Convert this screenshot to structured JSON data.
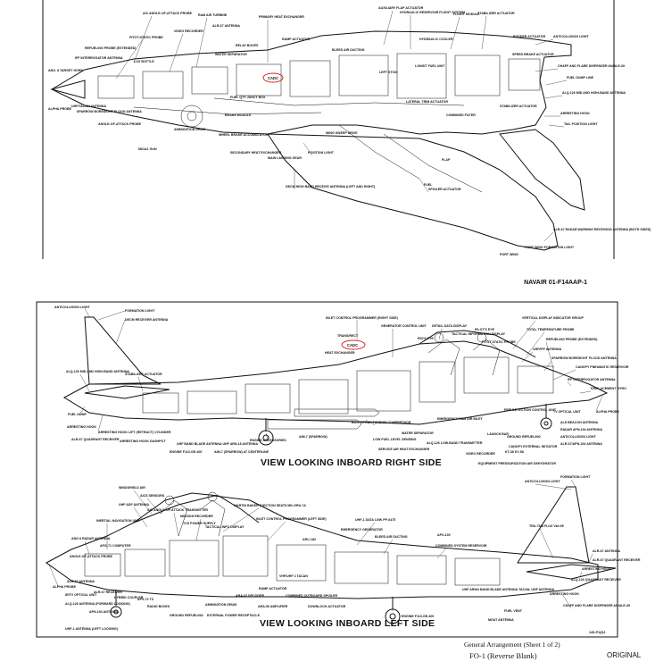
{
  "document": {
    "doc_id": "NAVAIR 01-F14AAP-1",
    "caption": "General Arrangement   (Sheet 1 of 2)",
    "foldout": "FO-1 (Reverse Blank)",
    "status": "ORIGINAL",
    "figure_code": "14S-P1(2)3"
  },
  "views": {
    "right_title": "VIEW LOOKING INBOARD RIGHT SIDE",
    "left_title": "VIEW LOOKING INBOARD LEFT SIDE"
  },
  "top_labels": {
    "cadc": "CADC",
    "aoa_top": "AIC ANGLE-OF-ATTACK PROBE",
    "pitot_top": "PITOT-STATIC PROBE",
    "video_rec": "VIDEO RECORDER",
    "ram_air": "RAM AIR TURBINE",
    "alr_ant": "ALR-67 ANTENNA",
    "primary_hx": "PRIMARY HEAT EXCHANGER",
    "aux_flap": "AUXILIARY FLAP ACTUATOR",
    "hyd_res_flight": "HYDRAULIC RESERVOIR FLIGHT SYSTEM",
    "flight_module": "FLIGHT MODULE",
    "stab_act_top": "STABILIZER ACTUATOR",
    "anticol_top": "ANTICOLLISION LIGHT",
    "refuel_probe_top": "REFUELING PROBE (EXTENDED)",
    "iff": "IFF INTERROGATOR ANTENNA",
    "lox": "LOX BOTTLE",
    "aoa_probe": "ANGLE-OF-ATTACK PROBE",
    "ang_target": "ANG. 8 TARGET HORN",
    "alpha_top": "ALPHA PROBE",
    "uhf_ant": "UHF/TACAN ANTENNA",
    "sparrow_top": "SPARROW BORESIGHT FLOOD ANTENNA",
    "ammo_drum": "AMMUNITION DRUM",
    "gun": "M61A1 GUN",
    "water_sep": "WATER SEPARATOR",
    "ramp_act": "RAMP ACTUATOR",
    "bleed_duct": "BLEED AIR DUCTING",
    "hyd_cooler": "HYDRAULIC COOLER",
    "rudder_act": "RUDDER ACTUATOR",
    "speed_brake_act": "SPEED BRAKE ACTUATOR",
    "chaff_top": "CHAFF AND FLARE DISPENSER AN/ALE-39",
    "fuel_dump_top": "FUEL DUMP LINE",
    "alq_ant": "ALQ-126 MID AND HIGH-BAND ANTENNA",
    "arresting_top": "ARRESTING HOOK",
    "tail_pos": "TAIL POSITION LIGHT",
    "position_light": "POSITION LIGHT",
    "spoiler_act": "SPOILER ACTUATOR",
    "flap_top": "FLAP",
    "fuel_top": "FUEL",
    "alr_warning": "ALR-67 RADAR WARNING RECEIVING ANTENNA (BOTH SIDES)",
    "port_wing_light": "PORT WING FORMATION LIGHT",
    "port_wing": "PORT WING",
    "wing_sweep": "WING SWEEP DRIVE",
    "main_gear": "MAIN LANDING GEAR",
    "brake_mod": "BRAKE MODULE",
    "wheel_brake": "WHEEL BRAKE ACCUMULATOR",
    "sec_hx": "SECONDARY HEAT EXCHANGER",
    "relay_boxes": "RELAY BOXES",
    "fuel_qty": "FUEL QTY JUNCT BOX",
    "stab_act_top2": "STABILIZER ACTUATOR",
    "combined_filter": "COMBINED FILTER",
    "lateral_trim": "LATERAL TRIM ACTUATOR",
    "left_stick": "LEFT STICK",
    "longitude_fuel": "LONGIT FUEL UNIT",
    "decm_ant": "DECM HIGH BAND RECEIVE ANTENNA (LEFT AND RIGHT)"
  },
  "right_labels": {
    "formation": "FORMATION LIGHT",
    "anticol": "ANTICOLLISION LIGHT",
    "decm": "DECM RECEIVER ANTENNA",
    "inlet_ctrl": "INLET CONTROL PROGRAMMER (RIGHT SIDE)",
    "gen_ctrl": "GENERATOR CONTROL UNIT",
    "detail_data": "DETAIL DATA DISPLAY",
    "pilots_eye": "PILOT'S EYE",
    "vdi": "VERTICAL DISPLAY INDICATOR GROUP",
    "total_temp": "TOTAL TEMPERATURE PROBE",
    "refuel": "REFUELING PROBE (EXTENDED)",
    "uhf_ant": "UHF/IFF ANTENNA",
    "sparrow": "SPARROW BORESIGHT FLOOD ANTENNA",
    "canopy": "CANOPY PNEUMATIC RESERVOIR",
    "iff": "IFF INTERROGATOR ANTENNA",
    "disp_gyro": "DISPLACEMENT GYRO",
    "alpha": "ALPHA PROBE",
    "tv_optical": "TV OPTICAL UNIT",
    "als_beacon": "ALS BEACON ANTENNA",
    "radar_apn": "RADAR APN-194 ANTENNA",
    "anticol2": "ANTICOLLISION LIGHT",
    "alr_apn": "ALR-67/APN-194 ANTENNA",
    "trans_rect": "TRANS/RECT",
    "cadc": "CADC",
    "heat_exch": "HEAT EXCHANGER",
    "rios_eye": "RIO'S EYE",
    "tactical": "TACTICAL INFORMATION DISPLAY",
    "pitot": "PITOT STATIC PROBE",
    "stab_act": "STABILIZER ACTUATOR",
    "alq_mid": "ALQ-126 MID AND HIGH-BAND ANTENNA",
    "fuel_dump": "FUEL DUMP",
    "arresting": "ARRESTING HOOK",
    "arr_hook_lift": "ARRESTING HOOK LIFT (RETRACT) CYLINDER",
    "arr_dashpot": "ARRESTING HOOK DASHPOT",
    "alr_quad": "ALR-67 QUADRANT RECEIVER",
    "uhf_blade": "UHF BAND BLADE ANTENNA UHF ARN-18 ANTENNA",
    "engine": "ENGINE F110-GE-400",
    "aim7": "AIM-7 (SPARROW) AT CENTERLINE",
    "engine_acc": "ENGINE ACCESSORIES",
    "aim7b": "AIM-7 (SPARROW)",
    "bootstrap": "BOOTSTRAP TURBINE COMPRESSOR",
    "low_fuel": "LOW FUEL LEVEL SENSING",
    "water_sep": "WATER SEPARATOR",
    "emergency_ram": "EMERGENCY RAM AIR INLET",
    "service_air": "SERVICE AIR HEAT EXCHANGER",
    "alq_ant": "ALQ-126 LOW-BAND TRANSMITTER",
    "video_rec": "VIDEO RECORDER",
    "equipment": "EQUIPMENT PRESSURIZATION AIR DEHYDRATOR",
    "kt_38": "KT-38 KY-58",
    "launch_bar": "LAUNCH BAR",
    "fire_det": "FIRE DETECTION CONTROL UNIT",
    "ground_refuel": "GROUND REFUELING",
    "canopy_ext": "CANOPY EXTERNAL INITIATOR",
    "tv_unit": "TV OPTICAL UNIT"
  },
  "left_labels": {
    "anticol": "ANTICOLLISION LIGHT",
    "formation": "FORMATION LIGHT",
    "windshield": "WINDSHIELD AIR",
    "aics": "AICS SENSORS",
    "uhf_adf": "UHF ADF ANTENNA",
    "aic_aoa": "AIC ANGLE-OF-ATTACK TRANSMITTER",
    "mission_rec": "MISSION RECORDER",
    "martin": "MARTIN BAKER EJECTION SEATS MK-GRU-7A",
    "inlet_ctrl": "INLET CONTROL PROGRAMMER (LEFT SIDE)",
    "uhf_data": "UHF-1 DATA LINK PP-6475",
    "tru": "TRU-76/A FLUX VALVE",
    "bleed": "BLEED AIR DUCTING",
    "tcs": "TCS POWER SUPPLY",
    "tactical": "TACTICAL INFO DISPLAY",
    "emergency_gen": "EMERGENCY GENERATOR",
    "arc_182": "ARC-182",
    "combined_res": "COMBINED SYSTEM RESERVOIR",
    "inertial": "INERTIAL NAVIGATION UNIT",
    "ang_radar": "ANG 8 RADAR ANTENNA",
    "anc_comp": "APG-71 COMPUTER",
    "vhf_tacan": "VHF/UHF 2 TACAN",
    "alr_antenna": "ALR-67 ANTENNA",
    "alr_quad": "ALR-67 QUADRANT RECEIVER",
    "arresting": "ARRESTING HOOK",
    "alpha": "ALPHA PROBE",
    "aoa": "ANGLE-OF-ATTACK PROBE",
    "alr_ant2": "ALR-67 ANTENNA",
    "ir_tv": "IR/TV OPTICAL UNIT",
    "alq_ant": "ALQ-126 ANTENNA (FORWARD LOOKING)",
    "alr_rec": "ALR-67 RECEIVER",
    "apn_154": "APN-154 ANTENNA",
    "hybrid": "HYBRID COUPLER",
    "uhf_1": "UHF-1 ANTENNA (LEFT LOOKING)",
    "apx_72": "APX-72 TX",
    "ru_boxes": "RADIO BOXES",
    "ground_refuel": "GROUND REFUELING",
    "ammunition": "AMMUNITION DRUM",
    "ara_63": "ARA-63 DECODER",
    "ext_power": "EXTERNAL POWER RECEPTACLE",
    "ramp_act": "RAMP ACTUATOR",
    "downlock": "DOWNLOCK ACTUATOR",
    "combined_outboard": "COMBINED OUTBOARD SPOILER",
    "ara_50": "ARA-50 AMPLIFIER",
    "engine_left": "ENGINE F110-GE-400",
    "uhf_band": "UHF ARN/3 BAND BLADE ANTENNA TACAN, UHF ANTENNA",
    "fuel_vent": "FUEL VENT",
    "mgat": "MGAT ANTENNA",
    "chaff": "CHAFF AND FLARE DISPENSER AN/ALE-39",
    "arresting2": "ARRESTING HOOK",
    "alq_126": "ALQ-126 QUADRANT RECEIVER",
    "apx_100": "APX-100"
  }
}
